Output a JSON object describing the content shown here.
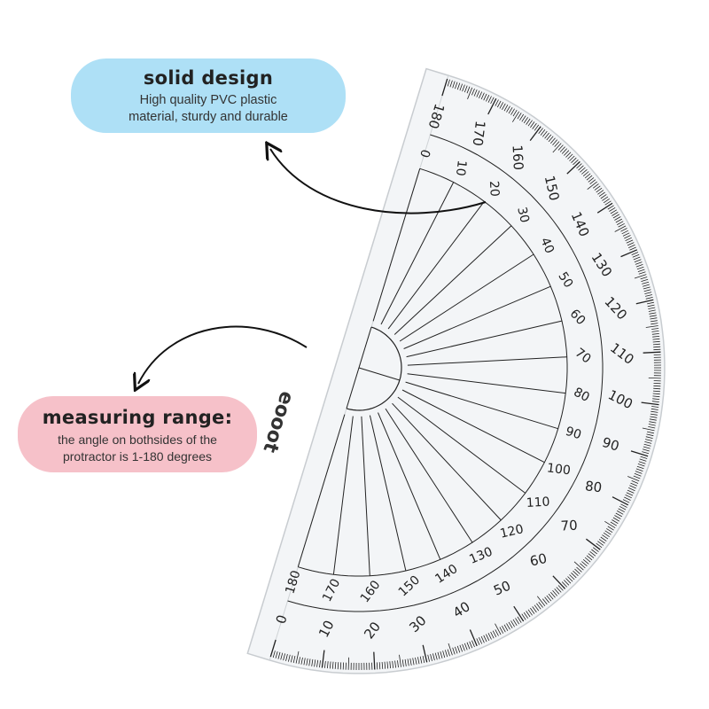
{
  "callouts": {
    "solid": {
      "title": "solid design",
      "line1": "High quality PVC plastic",
      "line2": "material, sturdy and durable",
      "color": "#aee0f6"
    },
    "range": {
      "title": "measuring range:",
      "line1": "the angle on bothsides of the",
      "line2": "protractor is 1-180 degrees",
      "color": "#f6c1c9"
    }
  },
  "protractor": {
    "brand": "eooot",
    "outer_scale": [
      "0",
      "10",
      "20",
      "30",
      "40",
      "50",
      "60",
      "70",
      "80",
      "90",
      "100",
      "110",
      "120",
      "130",
      "140",
      "150",
      "160",
      "170",
      "180"
    ],
    "inner_scale": [
      "180",
      "170",
      "160",
      "150",
      "140",
      "130",
      "120",
      "110",
      "100",
      "90",
      "80",
      "70",
      "60",
      "50",
      "40",
      "30",
      "20",
      "10",
      "0"
    ],
    "material_color": "#f2f4f6",
    "line_color": "#222222"
  }
}
